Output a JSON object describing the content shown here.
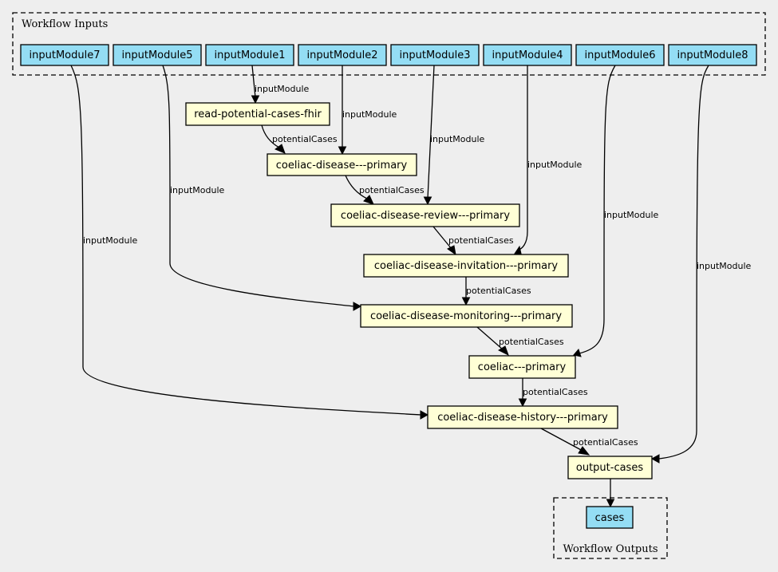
{
  "clusters": {
    "inputs_title": "Workflow Inputs",
    "outputs_title": "Workflow Outputs"
  },
  "colors": {
    "io_fill": "#94ddf4",
    "step_fill": "#ffffd6",
    "background": "#eeeeee"
  },
  "nodes": {
    "in7": "inputModule7",
    "in5": "inputModule5",
    "in1": "inputModule1",
    "in2": "inputModule2",
    "in3": "inputModule3",
    "in4": "inputModule4",
    "in6": "inputModule6",
    "in8": "inputModule8",
    "read": "read-potential-cases-fhir",
    "primary": "coeliac-disease---primary",
    "review": "coeliac-disease-review---primary",
    "invitation": "coeliac-disease-invitation---primary",
    "monitoring": "coeliac-disease-monitoring---primary",
    "coeliac": "coeliac---primary",
    "history": "coeliac-disease-history---primary",
    "output": "output-cases",
    "cases": "cases"
  },
  "edges": {
    "in1_read": "inputModule",
    "in2_primary": "inputModule",
    "in3_review": "inputModule",
    "in4_invitation": "inputModule",
    "in5_monitoring": "inputModule",
    "in6_coeliac": "inputModule",
    "in7_history": "inputModule",
    "in8_output": "inputModule",
    "read_primary": "potentialCases",
    "primary_review": "potentialCases",
    "review_invitation": "potentialCases",
    "invitation_monitoring": "potentialCases",
    "monitoring_coeliac": "potentialCases",
    "coeliac_history": "potentialCases",
    "history_output": "potentialCases"
  }
}
